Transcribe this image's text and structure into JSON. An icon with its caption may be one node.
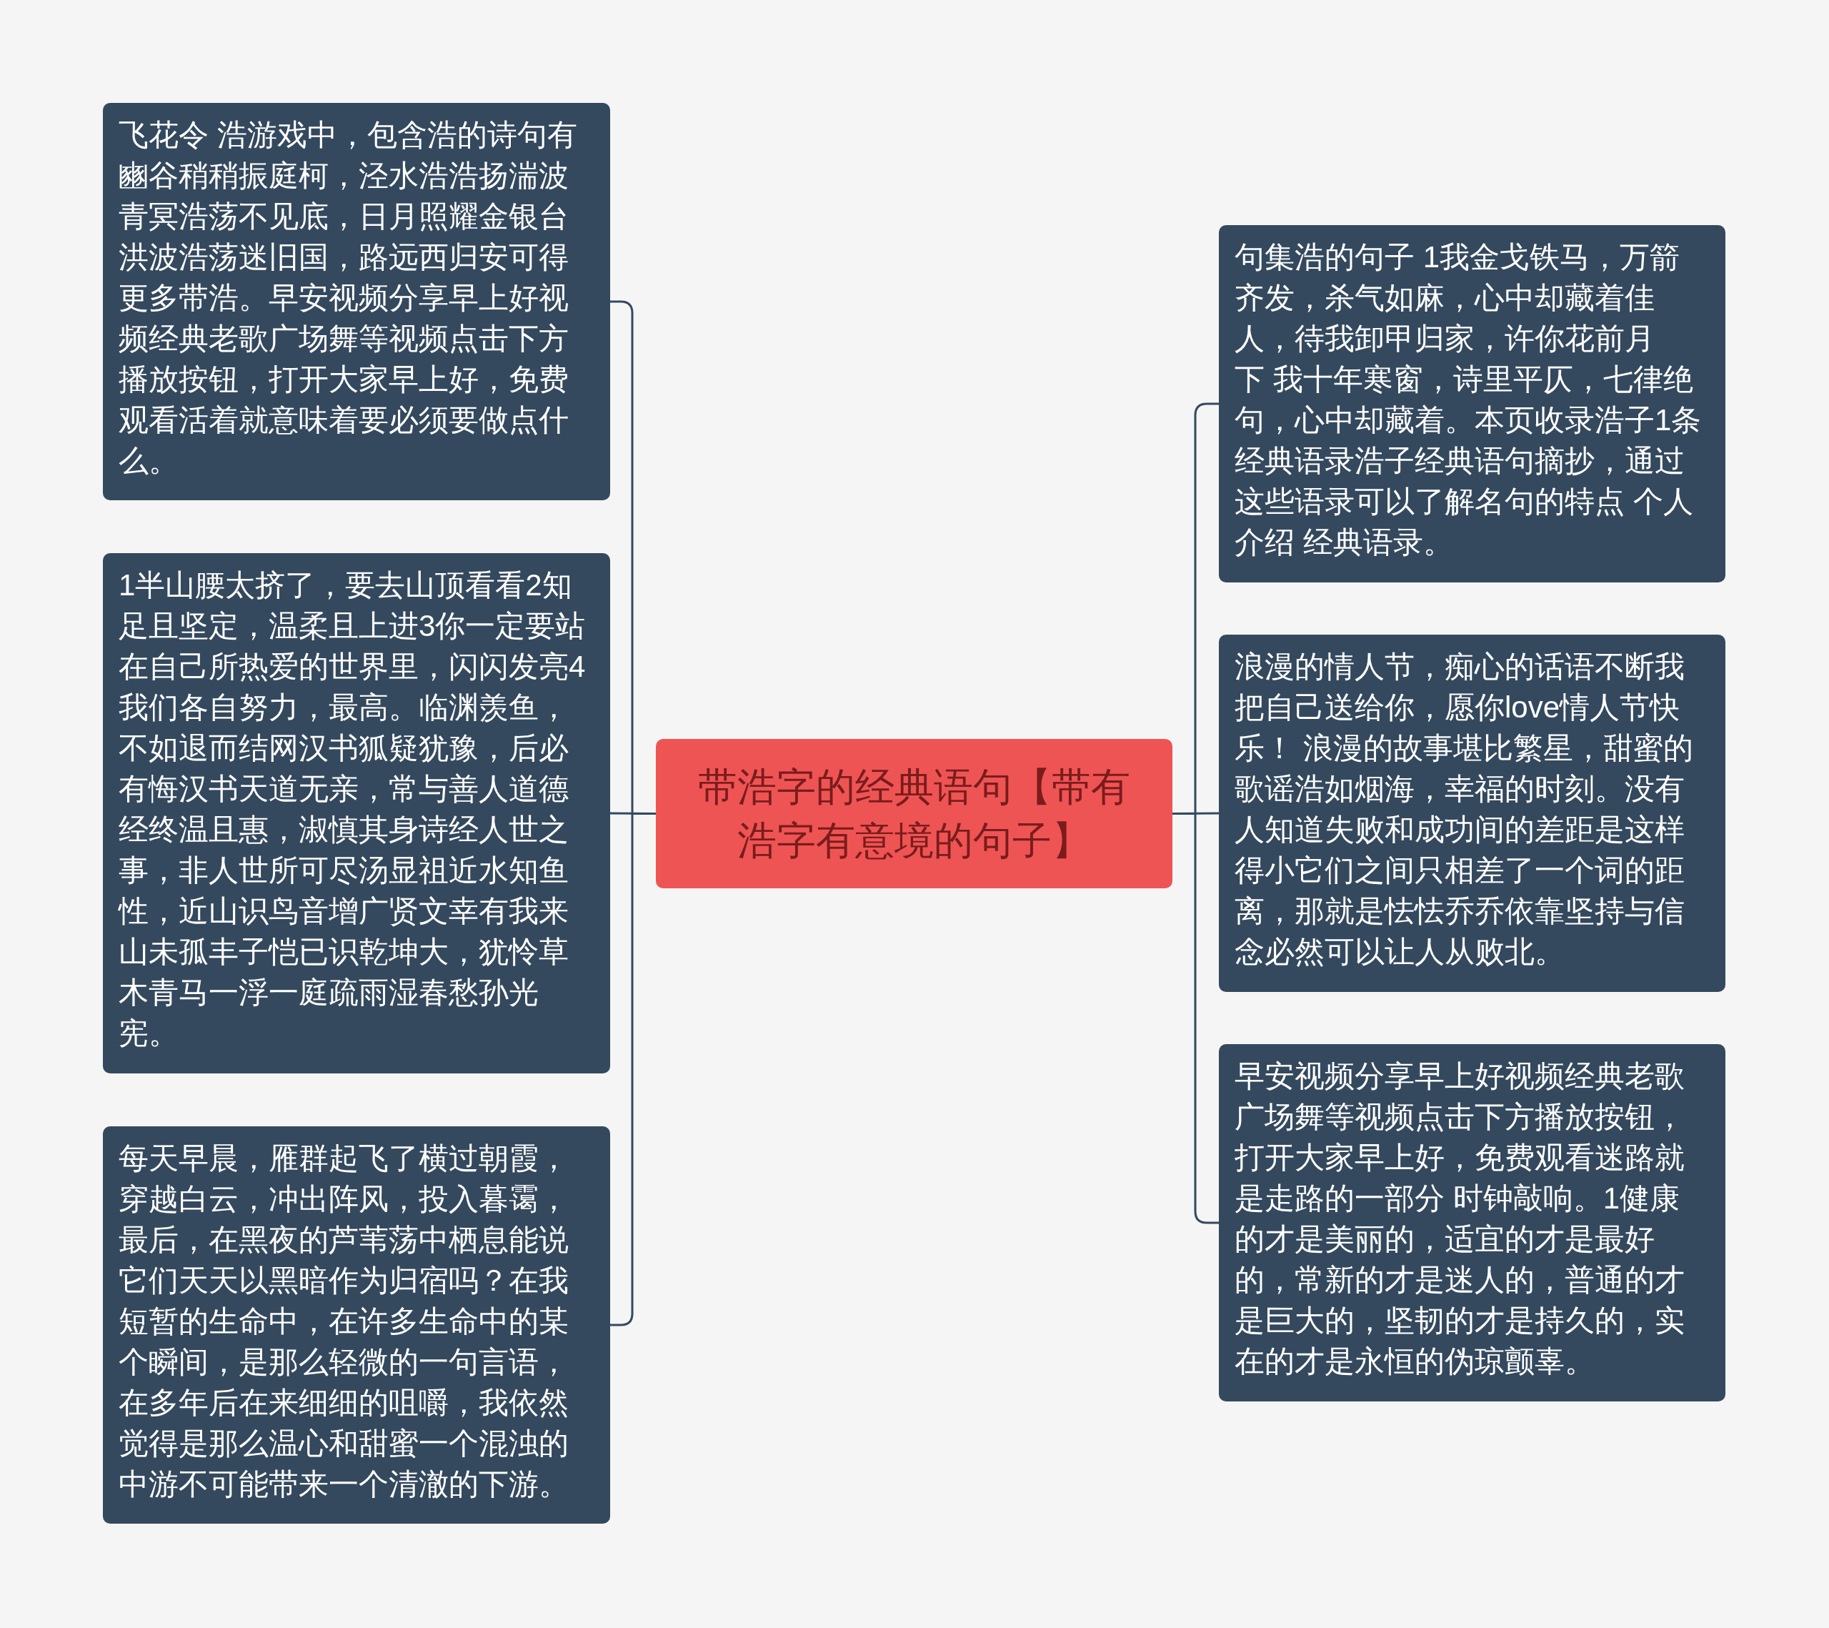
{
  "diagram": {
    "nodes": [
      {
        "text": [
          "带浩字的经典语句【带有浩字有意境的句子】"
        ]
      },
      {
        "text": [
          "飞花令 浩游戏中，包含浩的诗句有豳谷稍稍振庭柯，泾水浩浩扬湍波青冥浩荡不见底，日月照耀金银台洪波浩荡迷旧国，路远西归安可得更多带浩。早安视频分享早上好视频经典老歌广场舞等视频点击下方播放按钮，打开大家早上好，免费观看活着就意味着要必须要做点什么。"
        ]
      },
      {
        "text": [
          "1半山腰太挤了，要去山顶看看2知足且坚定，温柔且上进3你一定要站在自己所热爱的世界里，闪闪发亮4我们各自努力，最高。临渊羡鱼，不如退而结网汉书狐疑犹豫，后必有悔汉书天道无亲，常与善人道德经终温且惠，淑慎其身诗经人世之事，非人世所可尽汤显祖近水知鱼性，近山识鸟音增广贤文幸有我来山未孤丰子恺已识乾坤大，犹怜草木青马一浮一庭疏雨湿春愁孙光宪。"
        ]
      },
      {
        "text": [
          "每天早晨，雁群起飞了横过朝霞，穿越白云，冲出阵风，投入暮霭，最后，在黑夜的芦苇荡中栖息能说它们天天以黑暗作为归宿吗？在我短暂的生命中，在许多生命中的某个瞬间，是那么轻微的一句言语，在多年后在来细细的咀嚼，我依然觉得是那么温心和甜蜜一个混浊的中游不可能带来一个清澈的下游。"
        ]
      },
      {
        "text": [
          "句集浩的句子 1我金戈铁马，万箭齐发，杀气如麻，心中却藏着佳人，待我卸甲归家，许你花前月下 我十年寒窗，诗里平仄，七律绝句，心中却藏着。本页收录浩子1条经典语录浩子经典语句摘抄，通过这些语录可以了解名句的特点 个人介绍 经典语录。"
        ]
      },
      {
        "text": [
          "浪漫的情人节，痴心的话语不断我把自己送给你，愿你love情人节快乐！ 浪漫的故事堪比繁星，甜蜜的歌谣浩如烟海，幸福的时刻。没有人知道失败和成功间的差距是这样得小它们之间只相差了一个词的距离，那就是怯怯乔乔依靠坚持与信念必然可以让人从败北。"
        ]
      },
      {
        "text": [
          "早安视频分享早上好视频经典老歌广场舞等视频点击下方播放按钮，打开大家早上好，免费观看迷路就是走路的一部分 时钟敲响。1健康的才是美丽的，适宜的才是最好的，常新的才是迷人的，普通的才是巨大的，坚韧的才是持久的，实在的才是永恒的伪琼颤辜。"
        ]
      }
    ],
    "edges": [
      {
        "from": 0,
        "to": 1,
        "arrow": "none"
      },
      {
        "from": 0,
        "to": 2,
        "arrow": "none"
      },
      {
        "from": 0,
        "to": 3,
        "arrow": "none"
      },
      {
        "from": 0,
        "to": 4,
        "arrow": "none"
      },
      {
        "from": 0,
        "to": 5,
        "arrow": "none"
      },
      {
        "from": 0,
        "to": 6,
        "arrow": "none"
      }
    ]
  }
}
